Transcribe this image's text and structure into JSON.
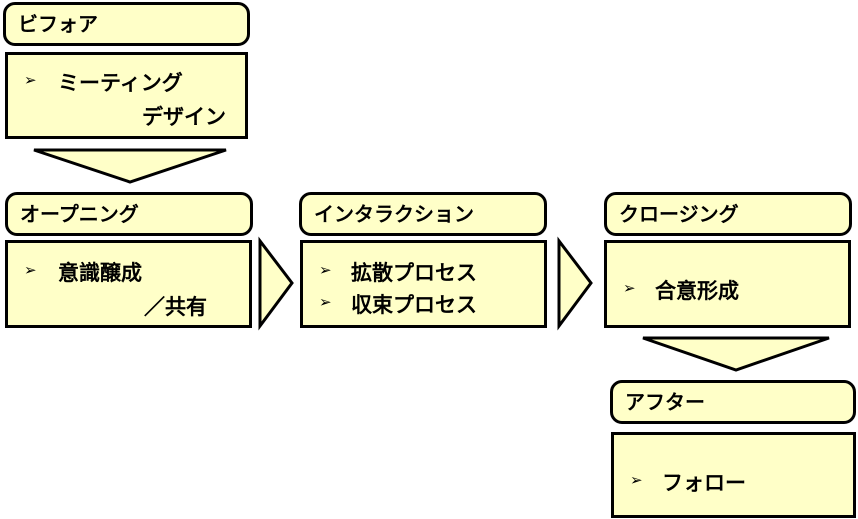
{
  "phases": {
    "before": {
      "title": "ビフォア",
      "item1": "ミーティング",
      "item2": "デザイン"
    },
    "opening": {
      "title": "オープニング",
      "item1": "意識醸成",
      "item2": "／共有"
    },
    "interaction": {
      "title": "インタラクション",
      "item1": "拡散プロセス",
      "item2": "収束プロセス"
    },
    "closing": {
      "title": "クロージング",
      "item1": "合意形成"
    },
    "after": {
      "title": "アフター",
      "item1": "フォロー"
    }
  },
  "bullet_glyph": "➢",
  "colors": {
    "box_fill": "#ffffc8",
    "border": "#000000"
  }
}
